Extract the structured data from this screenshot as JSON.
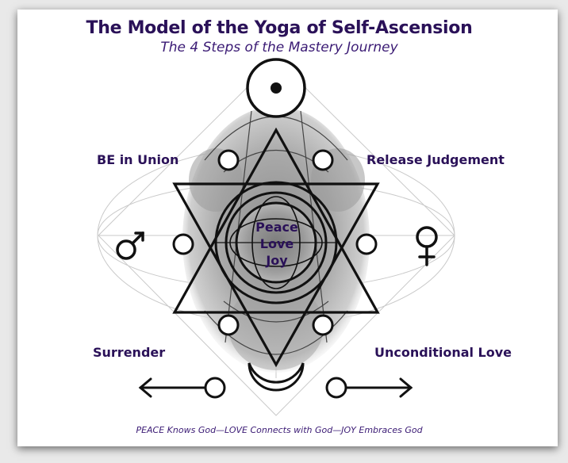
{
  "title": "The Model of the Yoga of Self-Ascension",
  "subtitle": "The 4 Steps of the Mastery Journey",
  "steps": {
    "top_left": "BE in Union",
    "top_right": "Release Judgement",
    "bottom_left": "Surrender",
    "bottom_right": "Unconditional Love"
  },
  "center": {
    "line1": "Peace",
    "line2": "Love",
    "line3": "Joy"
  },
  "footer": "PEACE Knows God—LOVE Connects with God—JOY Embraces God",
  "colors": {
    "text": "#2a1158",
    "stroke": "#111111"
  },
  "icons": {
    "left_symbol": "male-symbol-icon",
    "right_symbol": "female-symbol-icon",
    "top_symbol": "sun-symbol-icon",
    "bottom_symbol": "crescent-moon-icon"
  }
}
